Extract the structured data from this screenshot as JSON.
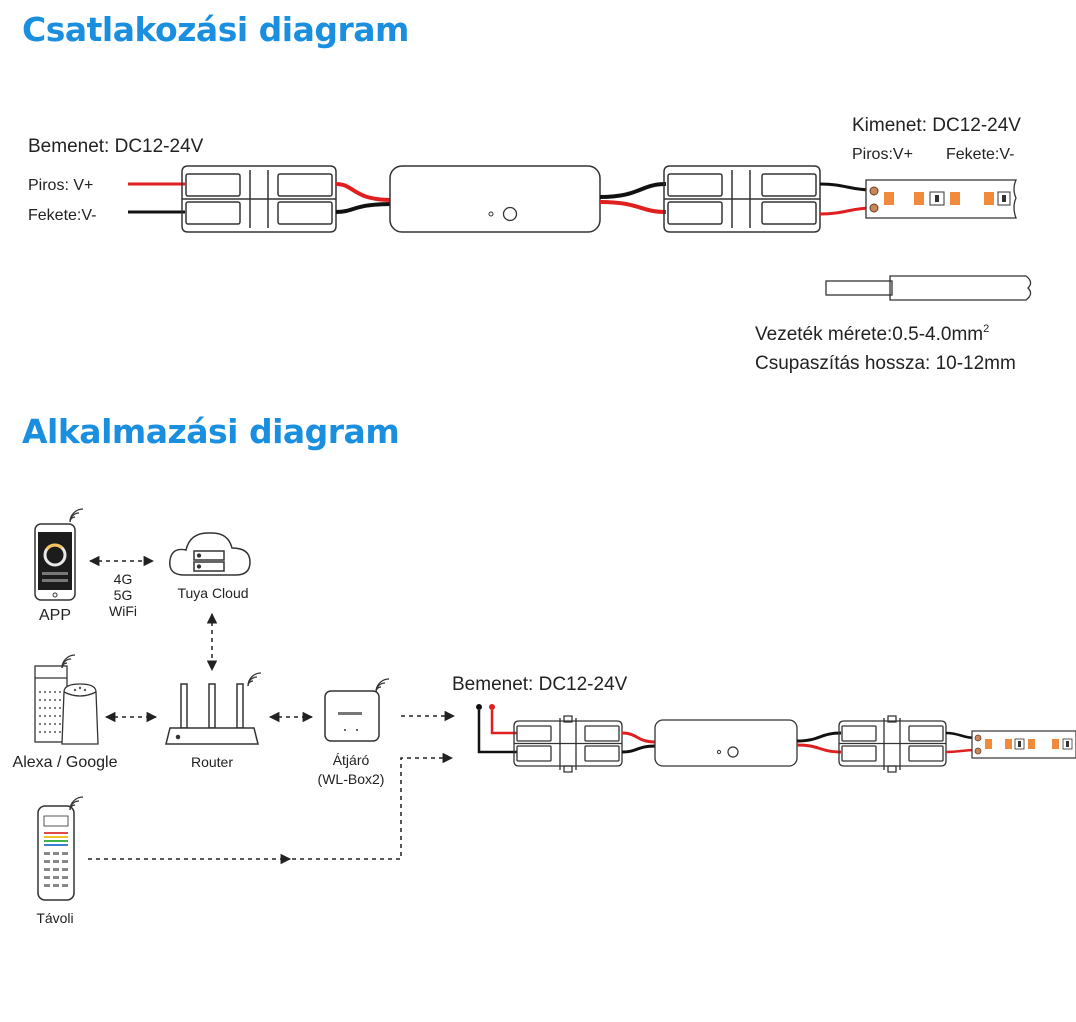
{
  "section_titles": {
    "connection": "Csatlakozási diagram",
    "application": "Alkalmazási diagram"
  },
  "connection": {
    "input_label": "Bemenet: DC12-24V",
    "input_red": "Piros: V+",
    "input_black": "Fekete:V-",
    "output_label": "Kimenet: DC12-24V",
    "output_red": "Piros:V+",
    "output_black": "Fekete:V-",
    "wire_size_label": "Vezeték mérete:0.5-4.0mm",
    "wire_size_sup": "2",
    "strip_length_label": "Csupaszítás hossza: 10-12mm"
  },
  "application": {
    "app_label": "APP",
    "network_4g": "4G",
    "network_5g": "5G",
    "network_wifi": "WiFi",
    "cloud_label": "Tuya Cloud",
    "alexa_label": "Alexa / Google",
    "router_label": "Router",
    "gateway_label": "Átjáró",
    "gateway_model": "(WL-Box2)",
    "remote_label": "Távoli",
    "input_label": "Bemenet: DC12-24V"
  },
  "colors": {
    "title": "#1a8fe0",
    "wire_red": "#e02020",
    "wire_black": "#111111",
    "led": "#f28a3c",
    "line": "#333333"
  }
}
